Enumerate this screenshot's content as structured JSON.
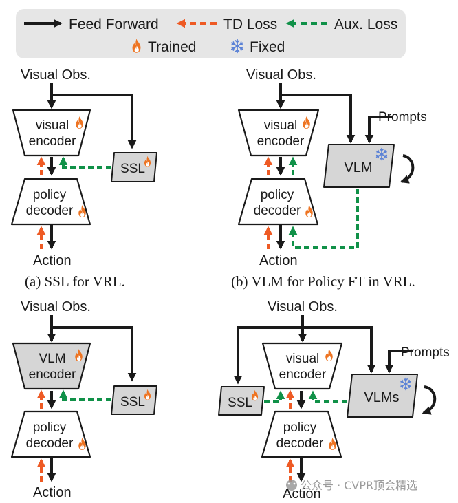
{
  "legend": {
    "feed_forward": "Feed Forward",
    "td_loss": "TD Loss",
    "aux_loss": "Aux. Loss",
    "trained": "Trained",
    "fixed": "Fixed"
  },
  "colors": {
    "feed_forward": "#1a1a1a",
    "td_loss": "#ee5a24",
    "aux_loss": "#109148",
    "legend_bg": "#e6e6e6",
    "box_gray": "#d6d6d6",
    "flame": "#ee7422",
    "snowflake": "#5b82d6"
  },
  "panel_a": {
    "visual_obs": "Visual Obs.",
    "encoder_line1": "visual",
    "encoder_line2": "encoder",
    "decoder_line1": "policy",
    "decoder_line2": "decoder",
    "ssl": "SSL",
    "action": "Action",
    "caption": "(a) SSL for VRL."
  },
  "panel_b": {
    "visual_obs": "Visual Obs.",
    "encoder_line1": "visual",
    "encoder_line2": "encoder",
    "decoder_line1": "policy",
    "decoder_line2": "decoder",
    "vlm": "VLM",
    "prompts": "Prompts",
    "action": "Action",
    "caption": "(b) VLM for Policy FT in VRL."
  },
  "panel_c": {
    "visual_obs": "Visual Obs.",
    "encoder_line1": "VLM",
    "encoder_line2": "encoder",
    "decoder_line1": "policy",
    "decoder_line2": "decoder",
    "ssl": "SSL",
    "action": "Action"
  },
  "panel_d": {
    "visual_obs": "Visual Obs.",
    "encoder_line1": "visual",
    "encoder_line2": "encoder",
    "decoder_line1": "policy",
    "decoder_line2": "decoder",
    "ssl": "SSL",
    "vlms": "VLMs",
    "prompts": "Prompts",
    "action": "Action"
  },
  "watermark": "公众号 · CVPR顶会精选"
}
